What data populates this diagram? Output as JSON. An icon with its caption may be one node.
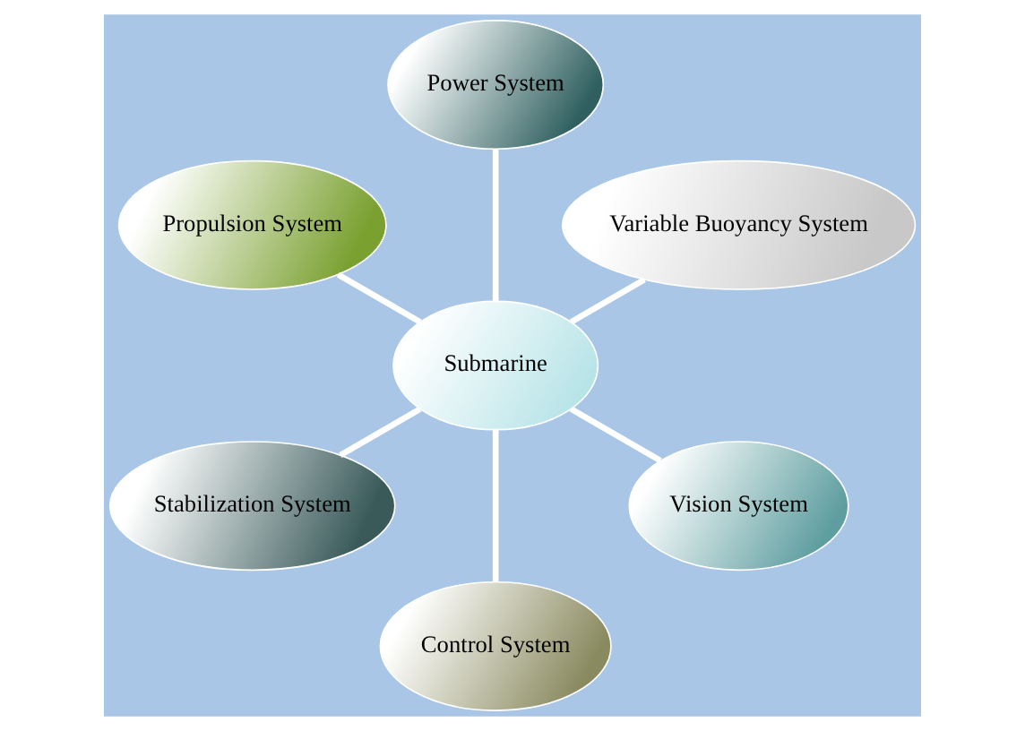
{
  "diagram": {
    "nodes": [
      {
        "text": [
          "Variable Buoyancy System"
        ]
      },
      {
        "text": [
          "Power System"
        ]
      },
      {
        "text": [
          "Propulsion System"
        ]
      },
      {
        "text": [
          "Stabilization System"
        ]
      },
      {
        "text": [
          "Submarine"
        ]
      },
      {
        "text": [
          "Control System"
        ]
      },
      {
        "text": [
          "Vision System"
        ]
      }
    ],
    "edges": [
      {
        "from": 4,
        "to": 0,
        "arrow": "none"
      },
      {
        "from": 4,
        "to": 1,
        "arrow": "none"
      },
      {
        "from": 4,
        "to": 2,
        "arrow": "none"
      },
      {
        "from": 4,
        "to": 3,
        "arrow": "none"
      },
      {
        "from": 4,
        "to": 5,
        "arrow": "none"
      },
      {
        "from": 4,
        "to": 6,
        "arrow": "none"
      }
    ]
  }
}
